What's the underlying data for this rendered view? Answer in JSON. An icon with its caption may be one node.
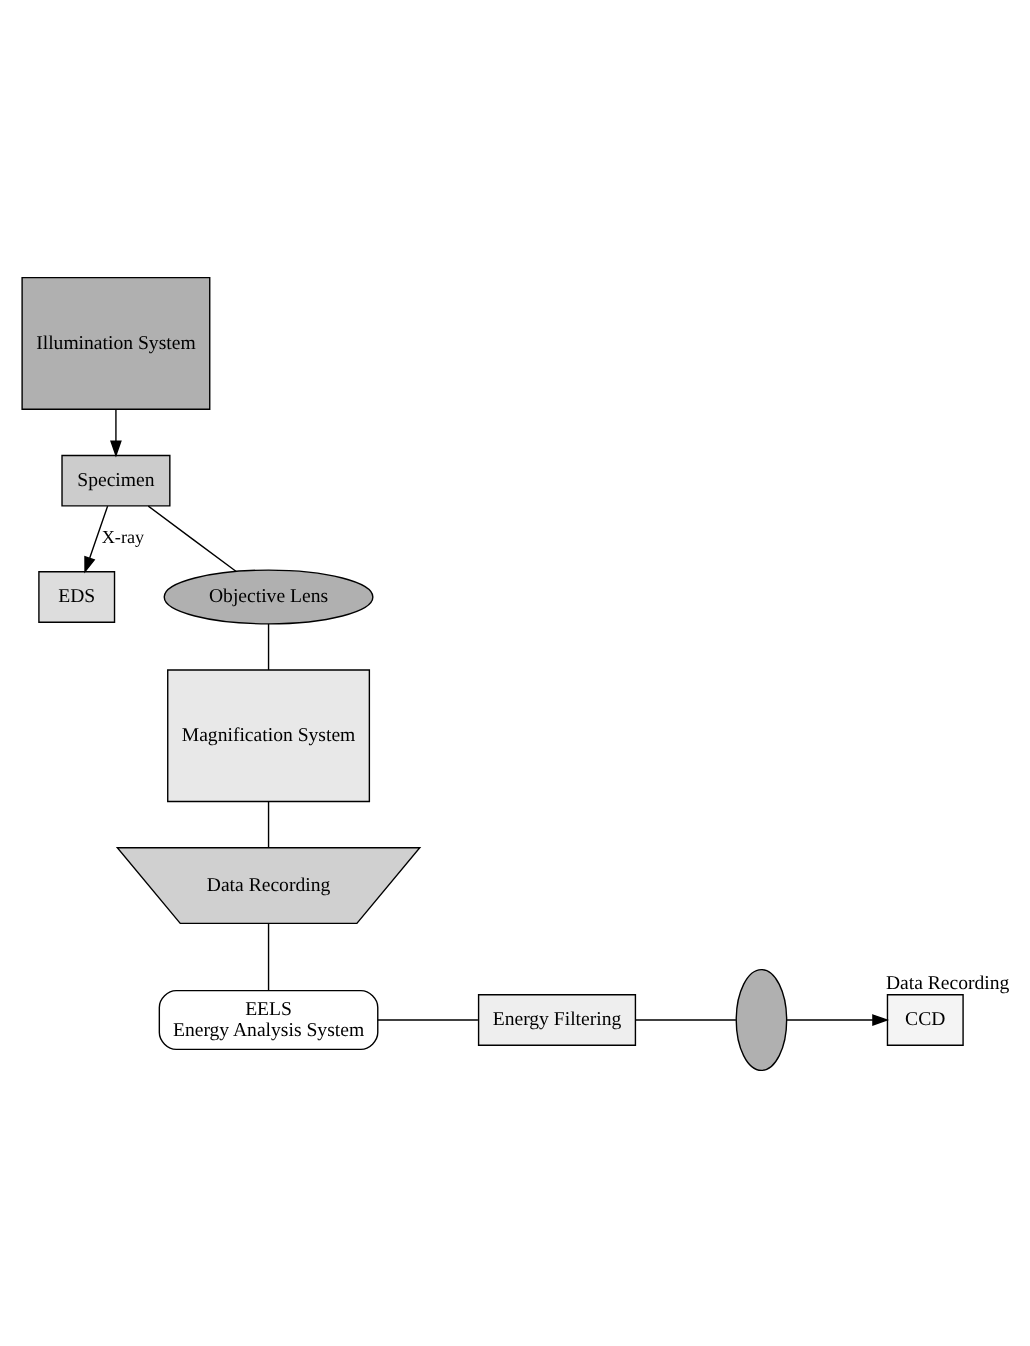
{
  "diagram": {
    "nodes": [
      {
        "text": [
          "Illumination System"
        ]
      },
      {
        "text": [
          "EDS"
        ]
      },
      {
        "text": [
          "Specimen"
        ]
      },
      {
        "text": [
          "Objective Lens"
        ]
      },
      {
        "text": [
          "Magnification System"
        ]
      },
      {
        "text": [
          "Data Recording"
        ]
      },
      {
        "text": [
          "EELS",
          "Energy Analysis System"
        ]
      },
      {
        "text": [
          "Energy Filtering"
        ]
      },
      {
        "text": [],
        "shape": "ellipse"
      },
      {
        "text": [
          "CCD"
        ],
        "beside": [
          "Data Recording"
        ]
      }
    ],
    "edges": [
      {
        "from": 0,
        "to": 2,
        "arrow": "to"
      },
      {
        "from": 2,
        "to": 1,
        "arrow": "to",
        "label": "X-ray"
      },
      {
        "from": 2,
        "to": 3,
        "arrow": "none"
      },
      {
        "from": 3,
        "to": 4,
        "arrow": "none"
      },
      {
        "from": 4,
        "to": 5,
        "arrow": "none"
      },
      {
        "from": 5,
        "to": 6,
        "arrow": "none"
      },
      {
        "from": 6,
        "to": 7,
        "arrow": "none"
      },
      {
        "from": 7,
        "to": 8,
        "arrow": "none"
      },
      {
        "from": 8,
        "to": 9,
        "arrow": "to"
      }
    ]
  }
}
